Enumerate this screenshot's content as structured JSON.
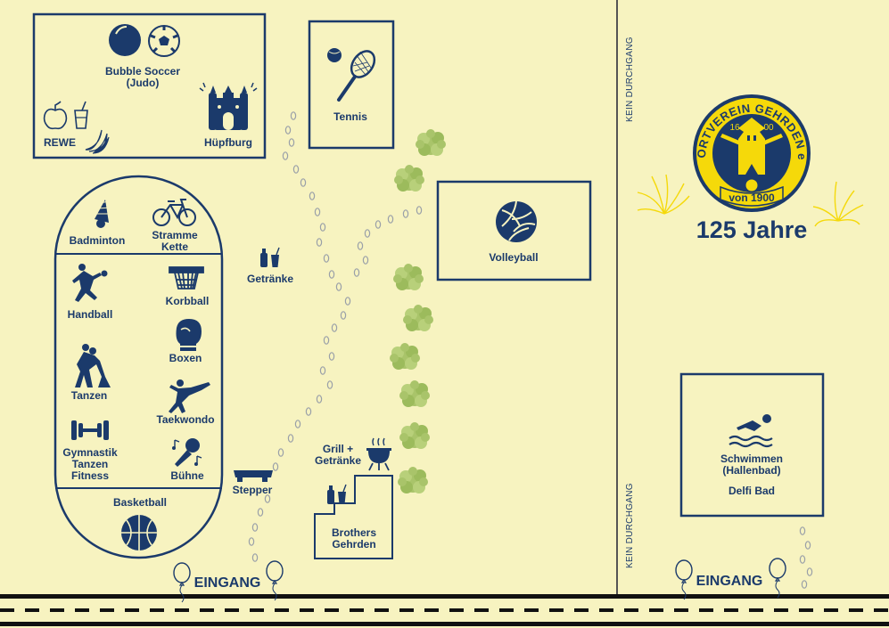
{
  "zones": {
    "bubble_soccer": "Bubble Soccer",
    "bubble_soccer_sub": "(Judo)",
    "rewe": "REWE",
    "huepfburg": "Hüpfburg",
    "tennis": "Tennis",
    "volleyball": "Volleyball",
    "badminton": "Badminton",
    "stramme_kette_1": "Stramme",
    "stramme_kette_2": "Kette",
    "handball": "Handball",
    "korbball": "Korbball",
    "boxen": "Boxen",
    "tanzen": "Tanzen",
    "taekwondo": "Taekwondo",
    "gymnastik_1": "Gymnastik",
    "gymnastik_2": "Tanzen",
    "gymnastik_3": "Fitness",
    "buehne": "Bühne",
    "basketball": "Basketball",
    "getraenke": "Getränke",
    "stepper": "Stepper",
    "grill_1": "Grill +",
    "grill_2": "Getränke",
    "brothers_1": "Brothers",
    "brothers_2": "Gehrden",
    "schwimmen_1": "Schwimmen",
    "schwimmen_2": "(Hallenbad)",
    "delfi": "Delfi Bad"
  },
  "entrances": {
    "left": "EINGANG",
    "right": "EINGANG"
  },
  "no_passage": {
    "top": "KEIN DURCHGANG",
    "bottom": "KEIN DURCHGANG"
  },
  "logo": {
    "ring_text": "SPORTVEREIN GEHRDEN e.V.",
    "year_left": "16",
    "year_right": "00",
    "founded": "von 1900"
  },
  "anniversary": "125 Jahre",
  "colors": {
    "background": "#f7f3c0",
    "navy": "#1b3a6b",
    "yellow": "#f5d90a",
    "tree": "#a9c46a",
    "path": "#9aa0a8",
    "road": "#111111"
  },
  "icons": [
    "ball-icon",
    "soccer-ball-icon",
    "apple-icon",
    "drink-glass-icon",
    "banana-icon",
    "bouncy-castle-icon",
    "tennis-icon",
    "volleyball-icon",
    "shuttlecock-icon",
    "bicycle-icon",
    "handball-player-icon",
    "basketball-hoop-icon",
    "boxing-glove-icon",
    "dancers-icon",
    "karate-icon",
    "dumbbell-icon",
    "microphone-icon",
    "basketball-icon",
    "bottles-icon",
    "stepper-icon",
    "grill-icon",
    "swimmer-icon",
    "balloon-icon",
    "footprints-icon",
    "tree-icon",
    "firework-icon",
    "club-logo-icon"
  ]
}
